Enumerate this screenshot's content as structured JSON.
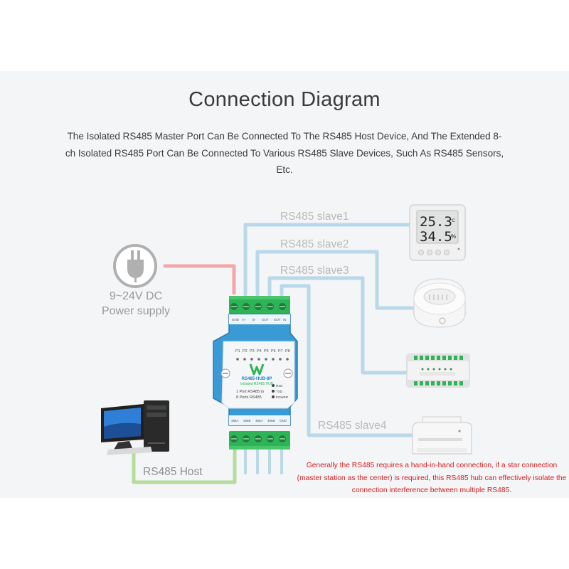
{
  "header": {
    "title": "Connection Diagram",
    "description": "The Isolated RS485 Master Port Can Be Connected To The RS485 Host Device, And The Extended 8-ch Isolated RS485 Port Can Be Connected To Various RS485 Slave Devices, Such As RS485 Sensors, Etc."
  },
  "connections": {
    "slave1": "RS485 slave1",
    "slave2": "RS485 slave2",
    "slave3": "RS485 slave3",
    "slave4": "RS485 slave4",
    "host": "RS485 Host"
  },
  "power": {
    "line1": "9~24V DC",
    "line2": "Power supply"
  },
  "device": {
    "model": "RS485-HUB-8P",
    "subtitle": "Isolated RS485 HUB",
    "port_labels": [
      "P1",
      "P2",
      "P3",
      "P4",
      "P5",
      "P6",
      "P7",
      "P8"
    ],
    "desc_line1": "1 Port RS485 to",
    "desc_line2": "8 Ports RS485",
    "indicators": [
      "RXD",
      "TXD",
      "POWER"
    ]
  },
  "sensor_display": {
    "temperature": "25.3",
    "temp_unit": "°C",
    "humidity": "34.5",
    "hum_unit": "%"
  },
  "note": "Generally the RS485 requires a hand-in-hand connection, if a star connection (master station as the center) is required, this RS485 hub can effectively isolate the connection interference between multiple RS485.",
  "colors": {
    "slave_wire": "#b9d8ea",
    "power_wire": "#f2a8a8",
    "host_wire": "#b5dc9c",
    "hub_body": "#3a9ad6",
    "terminal": "#2eb356",
    "note_text": "#d21f1f"
  }
}
